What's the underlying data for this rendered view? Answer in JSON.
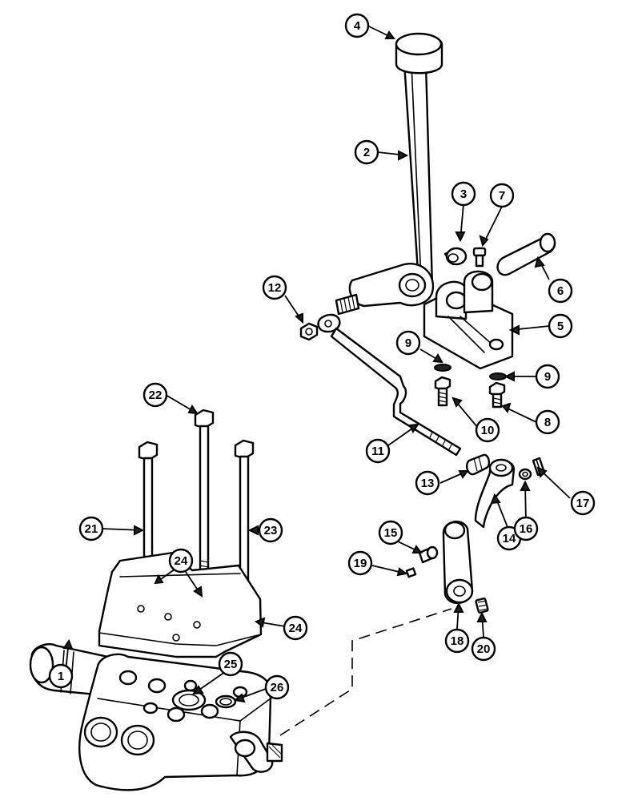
{
  "diagram": {
    "callouts": [
      {
        "id": "1",
        "label": "1"
      },
      {
        "id": "2",
        "label": "2"
      },
      {
        "id": "3",
        "label": "3"
      },
      {
        "id": "4",
        "label": "4"
      },
      {
        "id": "5",
        "label": "5"
      },
      {
        "id": "6",
        "label": "6"
      },
      {
        "id": "7",
        "label": "7"
      },
      {
        "id": "8",
        "label": "8"
      },
      {
        "id": "9a",
        "label": "9"
      },
      {
        "id": "9b",
        "label": "9"
      },
      {
        "id": "10",
        "label": "10"
      },
      {
        "id": "11",
        "label": "11"
      },
      {
        "id": "12",
        "label": "12"
      },
      {
        "id": "13",
        "label": "13"
      },
      {
        "id": "14",
        "label": "14"
      },
      {
        "id": "15",
        "label": "15"
      },
      {
        "id": "16",
        "label": "16"
      },
      {
        "id": "17",
        "label": "17"
      },
      {
        "id": "18",
        "label": "18"
      },
      {
        "id": "19",
        "label": "19"
      },
      {
        "id": "20",
        "label": "20"
      },
      {
        "id": "21",
        "label": "21"
      },
      {
        "id": "22",
        "label": "22"
      },
      {
        "id": "23",
        "label": "23"
      },
      {
        "id": "24a",
        "label": "24"
      },
      {
        "id": "24b",
        "label": "24"
      },
      {
        "id": "25",
        "label": "25"
      },
      {
        "id": "26",
        "label": "26"
      }
    ]
  }
}
